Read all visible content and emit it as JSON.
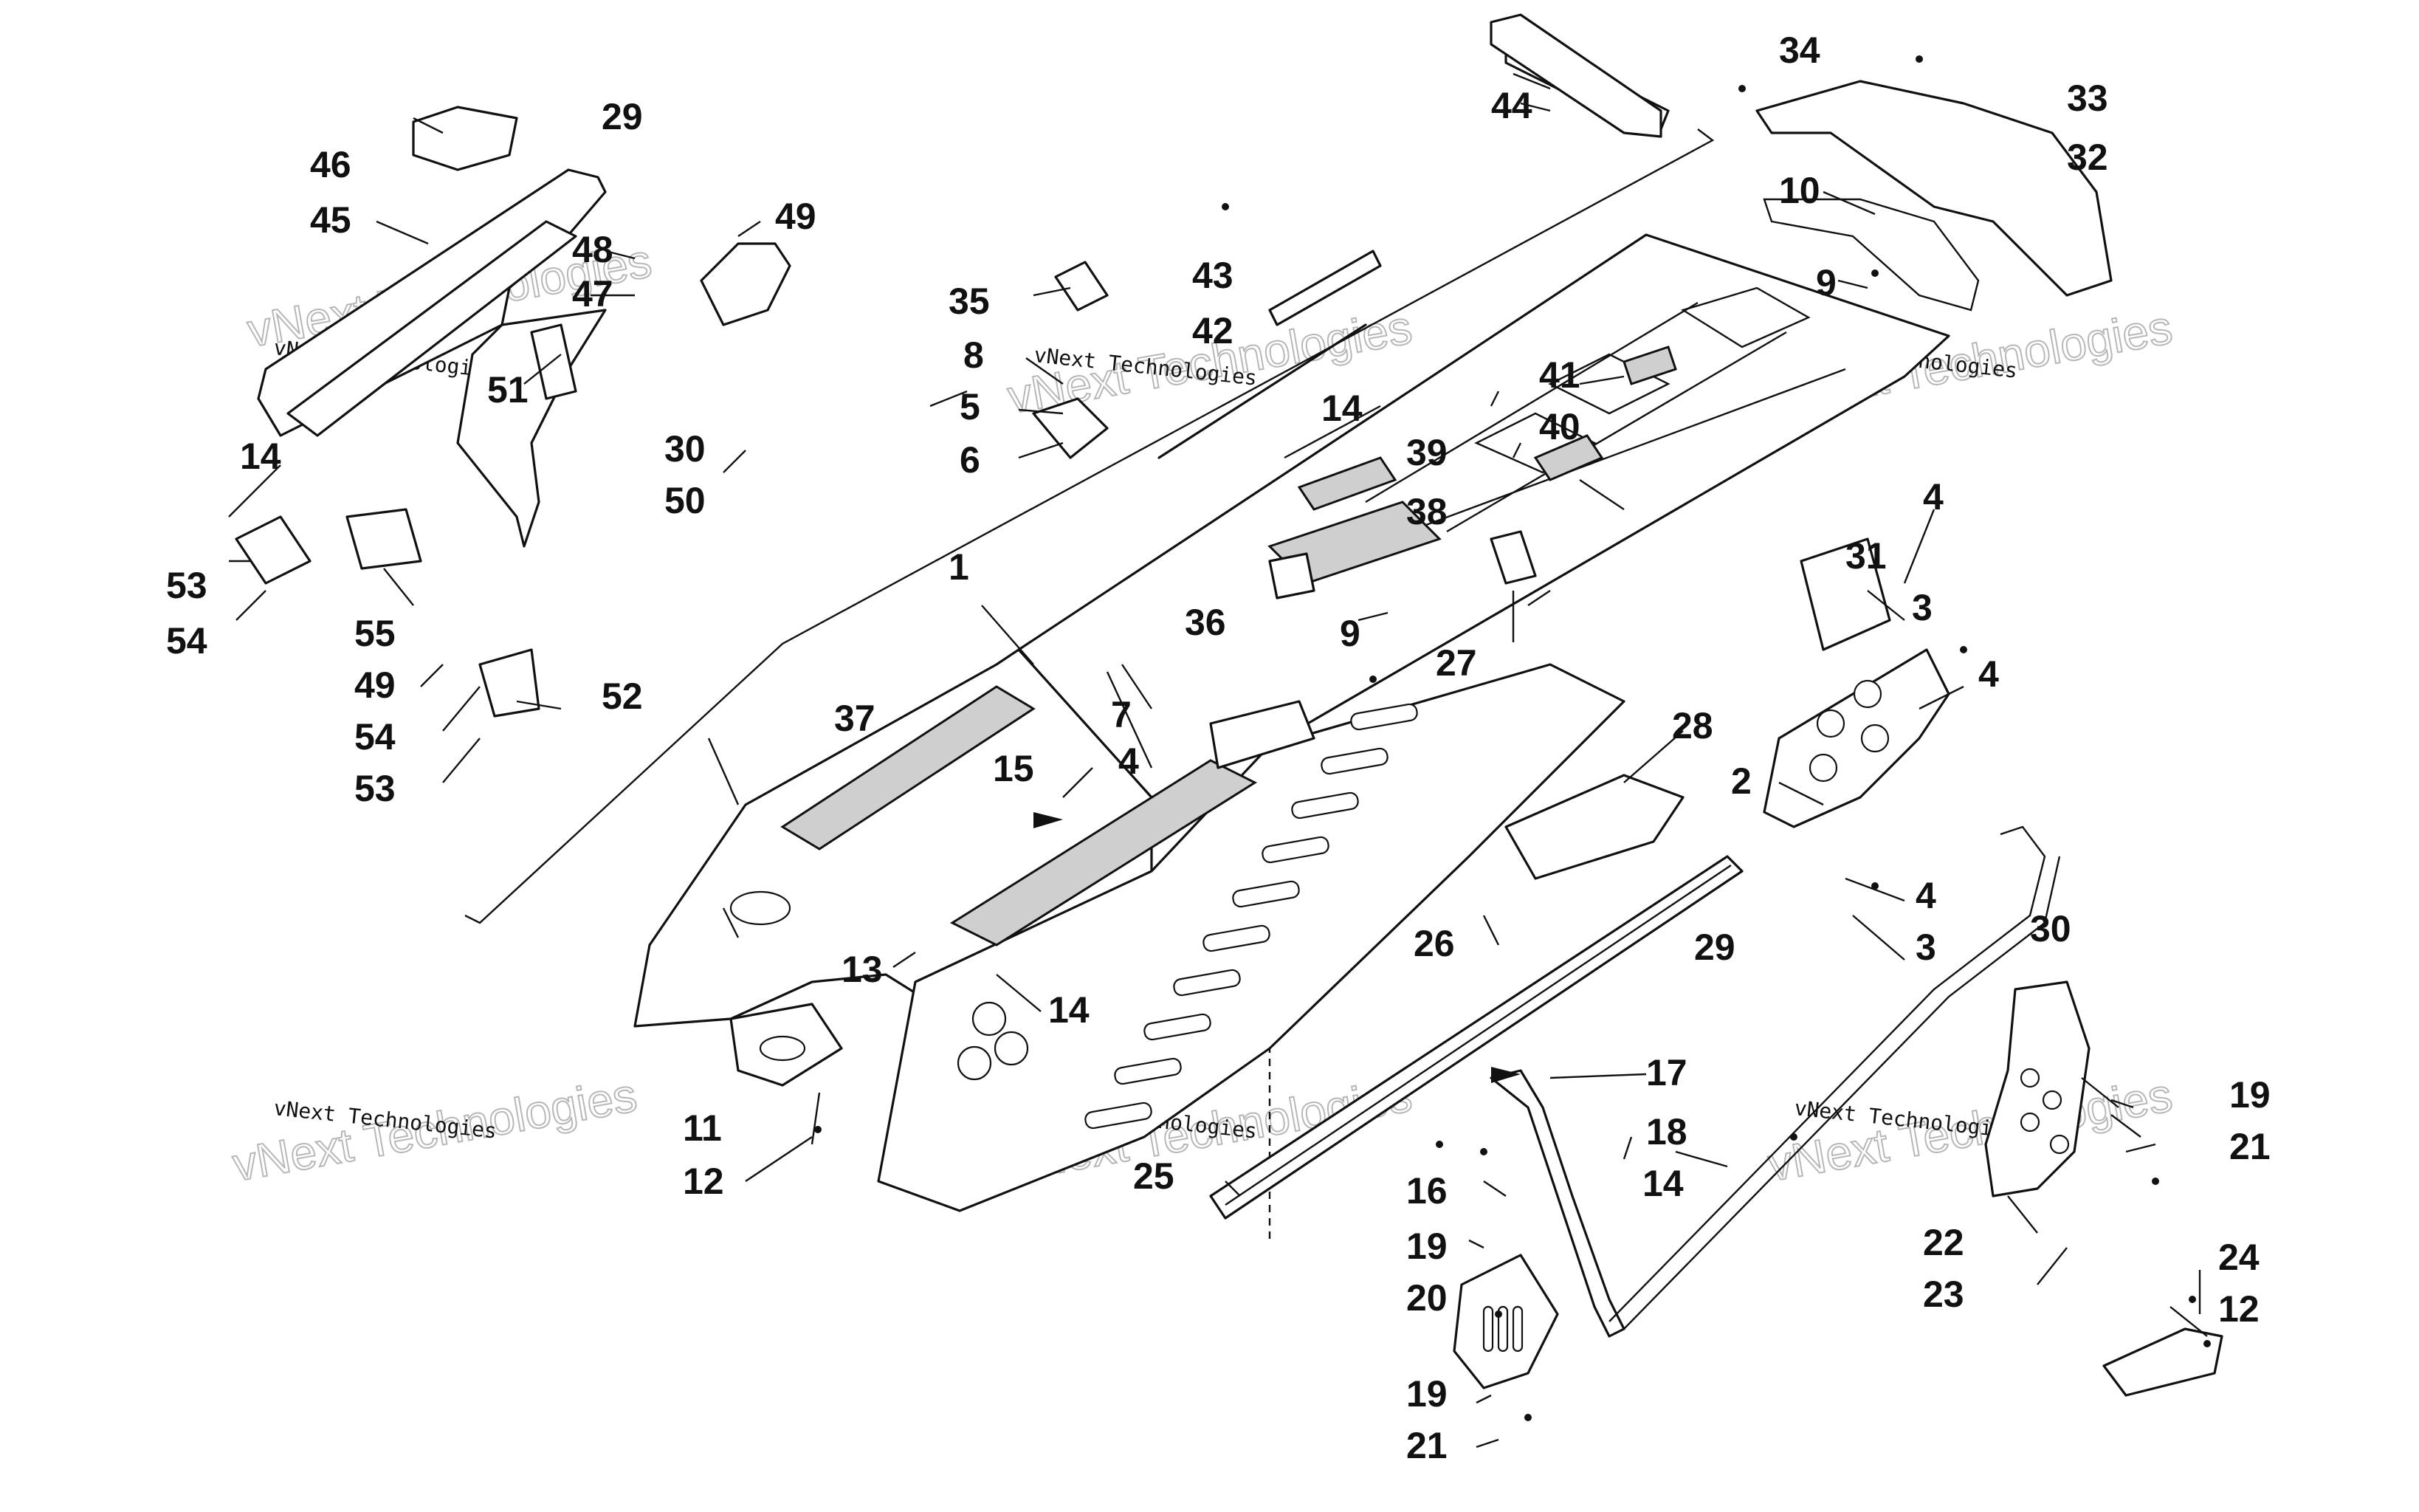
{
  "diagram": {
    "type": "exploded parts diagram",
    "watermark_small": "vNext Technologies",
    "watermark_big": "vNext Technologies",
    "callouts": [
      {
        "id": "c1",
        "label": "1"
      },
      {
        "id": "c2",
        "label": "2"
      },
      {
        "id": "c3a",
        "label": "3"
      },
      {
        "id": "c3b",
        "label": "3"
      },
      {
        "id": "c4a",
        "label": "4"
      },
      {
        "id": "c4b",
        "label": "4"
      },
      {
        "id": "c4c",
        "label": "4"
      },
      {
        "id": "c4d",
        "label": "4"
      },
      {
        "id": "c5",
        "label": "5"
      },
      {
        "id": "c6",
        "label": "6"
      },
      {
        "id": "c7",
        "label": "7"
      },
      {
        "id": "c8",
        "label": "8"
      },
      {
        "id": "c9a",
        "label": "9"
      },
      {
        "id": "c9b",
        "label": "9"
      },
      {
        "id": "c10",
        "label": "10"
      },
      {
        "id": "c11",
        "label": "11"
      },
      {
        "id": "c12a",
        "label": "12"
      },
      {
        "id": "c12b",
        "label": "12"
      },
      {
        "id": "c13",
        "label": "13"
      },
      {
        "id": "c14a",
        "label": "14"
      },
      {
        "id": "c14b",
        "label": "14"
      },
      {
        "id": "c14c",
        "label": "14"
      },
      {
        "id": "c14d",
        "label": "14"
      },
      {
        "id": "c15",
        "label": "15"
      },
      {
        "id": "c16",
        "label": "16"
      },
      {
        "id": "c17",
        "label": "17"
      },
      {
        "id": "c18",
        "label": "18"
      },
      {
        "id": "c19a",
        "label": "19"
      },
      {
        "id": "c19b",
        "label": "19"
      },
      {
        "id": "c19c",
        "label": "19"
      },
      {
        "id": "c20",
        "label": "20"
      },
      {
        "id": "c21a",
        "label": "21"
      },
      {
        "id": "c21b",
        "label": "21"
      },
      {
        "id": "c22",
        "label": "22"
      },
      {
        "id": "c23",
        "label": "23"
      },
      {
        "id": "c24",
        "label": "24"
      },
      {
        "id": "c25",
        "label": "25"
      },
      {
        "id": "c26",
        "label": "26"
      },
      {
        "id": "c27",
        "label": "27"
      },
      {
        "id": "c28",
        "label": "28"
      },
      {
        "id": "c29a",
        "label": "29"
      },
      {
        "id": "c29b",
        "label": "29"
      },
      {
        "id": "c30a",
        "label": "30"
      },
      {
        "id": "c30b",
        "label": "30"
      },
      {
        "id": "c31",
        "label": "31"
      },
      {
        "id": "c32",
        "label": "32"
      },
      {
        "id": "c33",
        "label": "33"
      },
      {
        "id": "c34",
        "label": "34"
      },
      {
        "id": "c35",
        "label": "35"
      },
      {
        "id": "c36",
        "label": "36"
      },
      {
        "id": "c37",
        "label": "37"
      },
      {
        "id": "c38",
        "label": "38"
      },
      {
        "id": "c39",
        "label": "39"
      },
      {
        "id": "c40",
        "label": "40"
      },
      {
        "id": "c41",
        "label": "41"
      },
      {
        "id": "c42",
        "label": "42"
      },
      {
        "id": "c43",
        "label": "43"
      },
      {
        "id": "c44",
        "label": "44"
      },
      {
        "id": "c45",
        "label": "45"
      },
      {
        "id": "c46",
        "label": "46"
      },
      {
        "id": "c47",
        "label": "47"
      },
      {
        "id": "c48",
        "label": "48"
      },
      {
        "id": "c49a",
        "label": "49"
      },
      {
        "id": "c49b",
        "label": "49"
      },
      {
        "id": "c50",
        "label": "50"
      },
      {
        "id": "c51",
        "label": "51"
      },
      {
        "id": "c52",
        "label": "52"
      },
      {
        "id": "c53a",
        "label": "53"
      },
      {
        "id": "c53b",
        "label": "53"
      },
      {
        "id": "c54a",
        "label": "54"
      },
      {
        "id": "c54b",
        "label": "54"
      },
      {
        "id": "c55",
        "label": "55"
      }
    ]
  }
}
